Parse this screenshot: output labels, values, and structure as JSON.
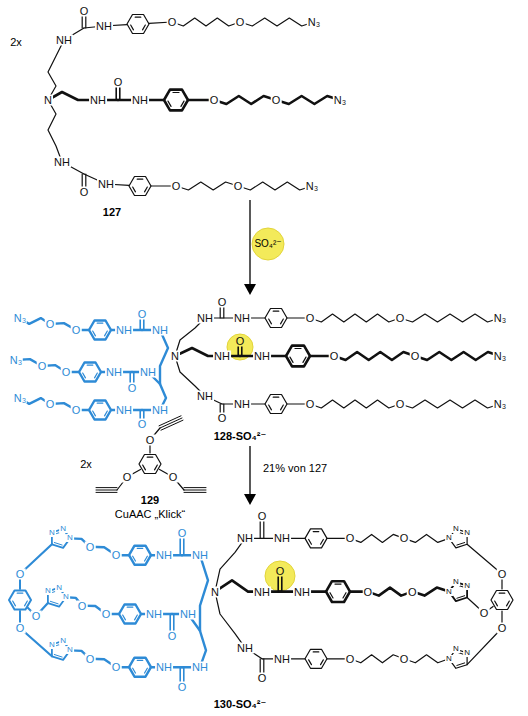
{
  "diagram": {
    "nodes": [
      {
        "text": [
          "SO₄²⁻"
        ]
      }
    ],
    "labels": [
      "2x",
      "127",
      "N",
      "NH",
      "O",
      "NH",
      "O",
      "O",
      "N₃",
      "NH",
      "O",
      "NH",
      "O",
      "O",
      "N₃",
      "NH",
      "O",
      "NH",
      "O",
      "O",
      "N₃",
      "128-SO₄²⁻",
      "N",
      "NH",
      "O",
      "NH",
      "O",
      "O",
      "N₃",
      "NH",
      "O",
      "NH",
      "O",
      "O",
      "N₃",
      "NH",
      "O",
      "NH",
      "O",
      "O",
      "N₃",
      "NH",
      "O",
      "NH",
      "O",
      "O",
      "N₃",
      "NH",
      "O",
      "NH",
      "O",
      "O",
      "N₃",
      "NH",
      "O",
      "NH",
      "O",
      "O",
      "N₃",
      "2x",
      "O",
      "O",
      "O",
      "129",
      "21% von 127",
      "CuAAC „Klick“",
      "N",
      "NH",
      "O",
      "NH",
      "O",
      "O",
      "NH",
      "O",
      "NH",
      "O",
      "O",
      "NH",
      "O",
      "NH",
      "O",
      "O",
      "NH",
      "O",
      "NH",
      "O",
      "O",
      "NH",
      "O",
      "NH",
      "O",
      "O",
      "NH",
      "O",
      "NH",
      "O",
      "O",
      "N",
      "N",
      "N",
      "N",
      "N",
      "N",
      "N",
      "N",
      "N",
      "N",
      "N",
      "N",
      "N",
      "N",
      "N",
      "N",
      "N",
      "N",
      "O",
      "O",
      "O",
      "O",
      "O",
      "O",
      "130-SO₄²⁻"
    ]
  }
}
